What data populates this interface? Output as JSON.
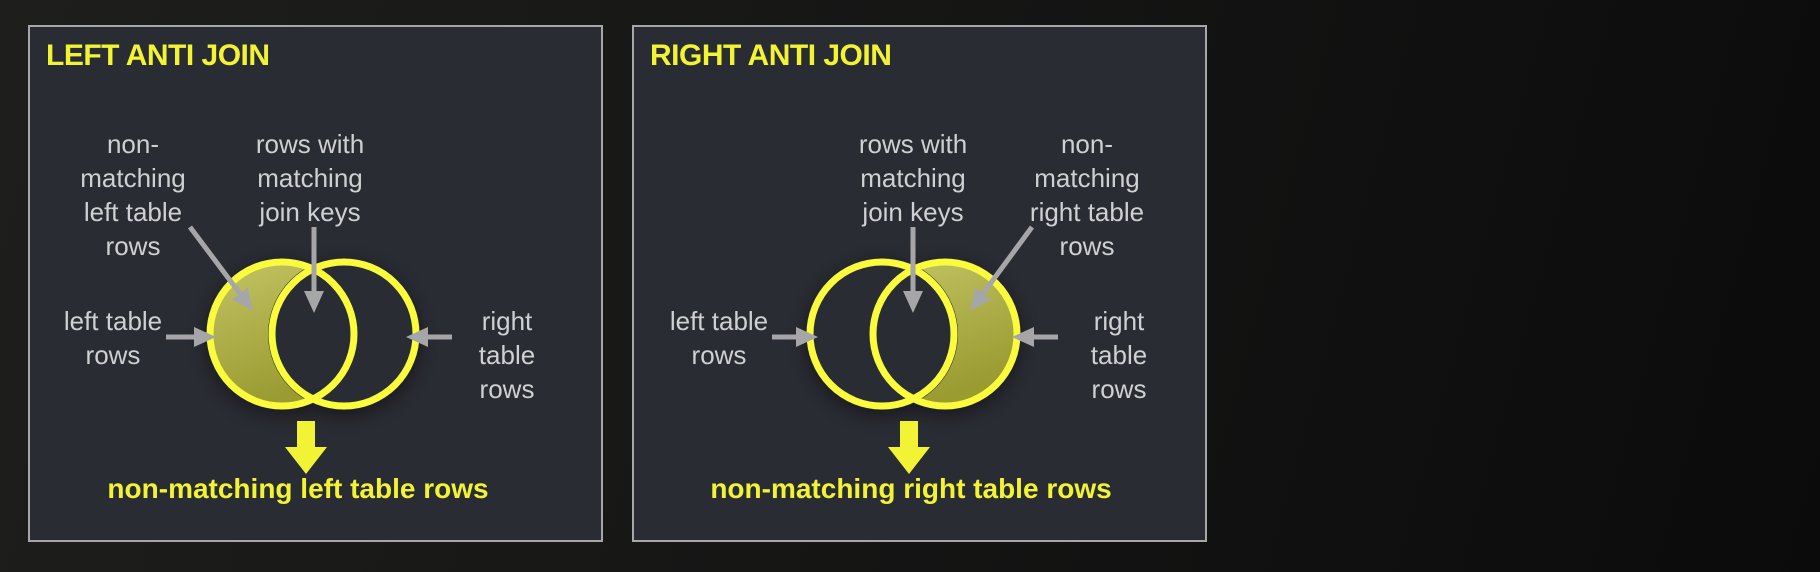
{
  "colors": {
    "page_background": "#141413",
    "panel_background": "#2a2c33",
    "panel_border": "#a7a7a9",
    "accent_yellow": "#f3f335",
    "venn_stroke_yellow": "#fbfb3d",
    "highlight_fill_olive": "#a9aa42",
    "label_gray": "#cfd0d2",
    "arrow_gray": "#a6a6a8"
  },
  "panels": [
    {
      "title": "LEFT ANTI JOIN",
      "highlighted_region": "left-only",
      "labels": {
        "non_matching": "non-\nmatching\nleft table\nrows",
        "matching": "rows with\nmatching\njoin keys",
        "left_table": "left table\nrows",
        "right_table": "right table\nrows"
      },
      "caption": "non-matching left table rows"
    },
    {
      "title": "RIGHT ANTI JOIN",
      "highlighted_region": "right-only",
      "labels": {
        "matching": "rows with\nmatching\njoin keys",
        "non_matching": "non-\nmatching\nright table\nrows",
        "left_table": "left table\nrows",
        "right_table": "right table\nrows"
      },
      "caption": "non-matching right table rows"
    }
  ]
}
